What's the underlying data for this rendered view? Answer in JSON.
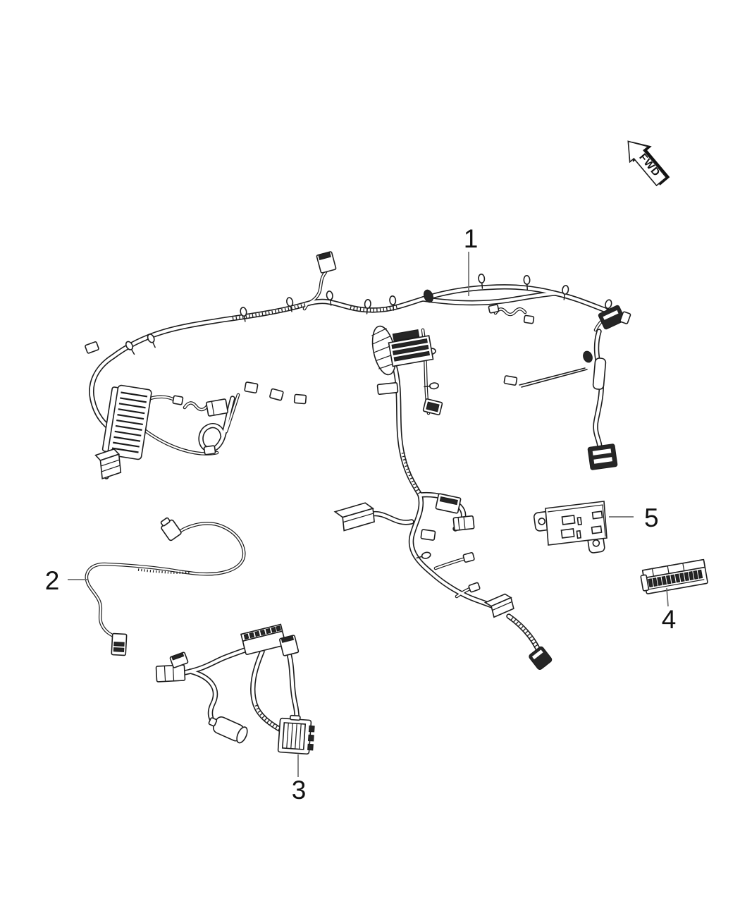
{
  "page": {
    "background_color": "#ffffff",
    "ink_color": "#1c1c1c",
    "leader_color": "#6e6e6e"
  },
  "direction_arrow": {
    "label": "FWD"
  },
  "callouts": [
    {
      "label": "1"
    },
    {
      "label": "2"
    },
    {
      "label": "3"
    },
    {
      "label": "4"
    },
    {
      "label": "5"
    }
  ]
}
